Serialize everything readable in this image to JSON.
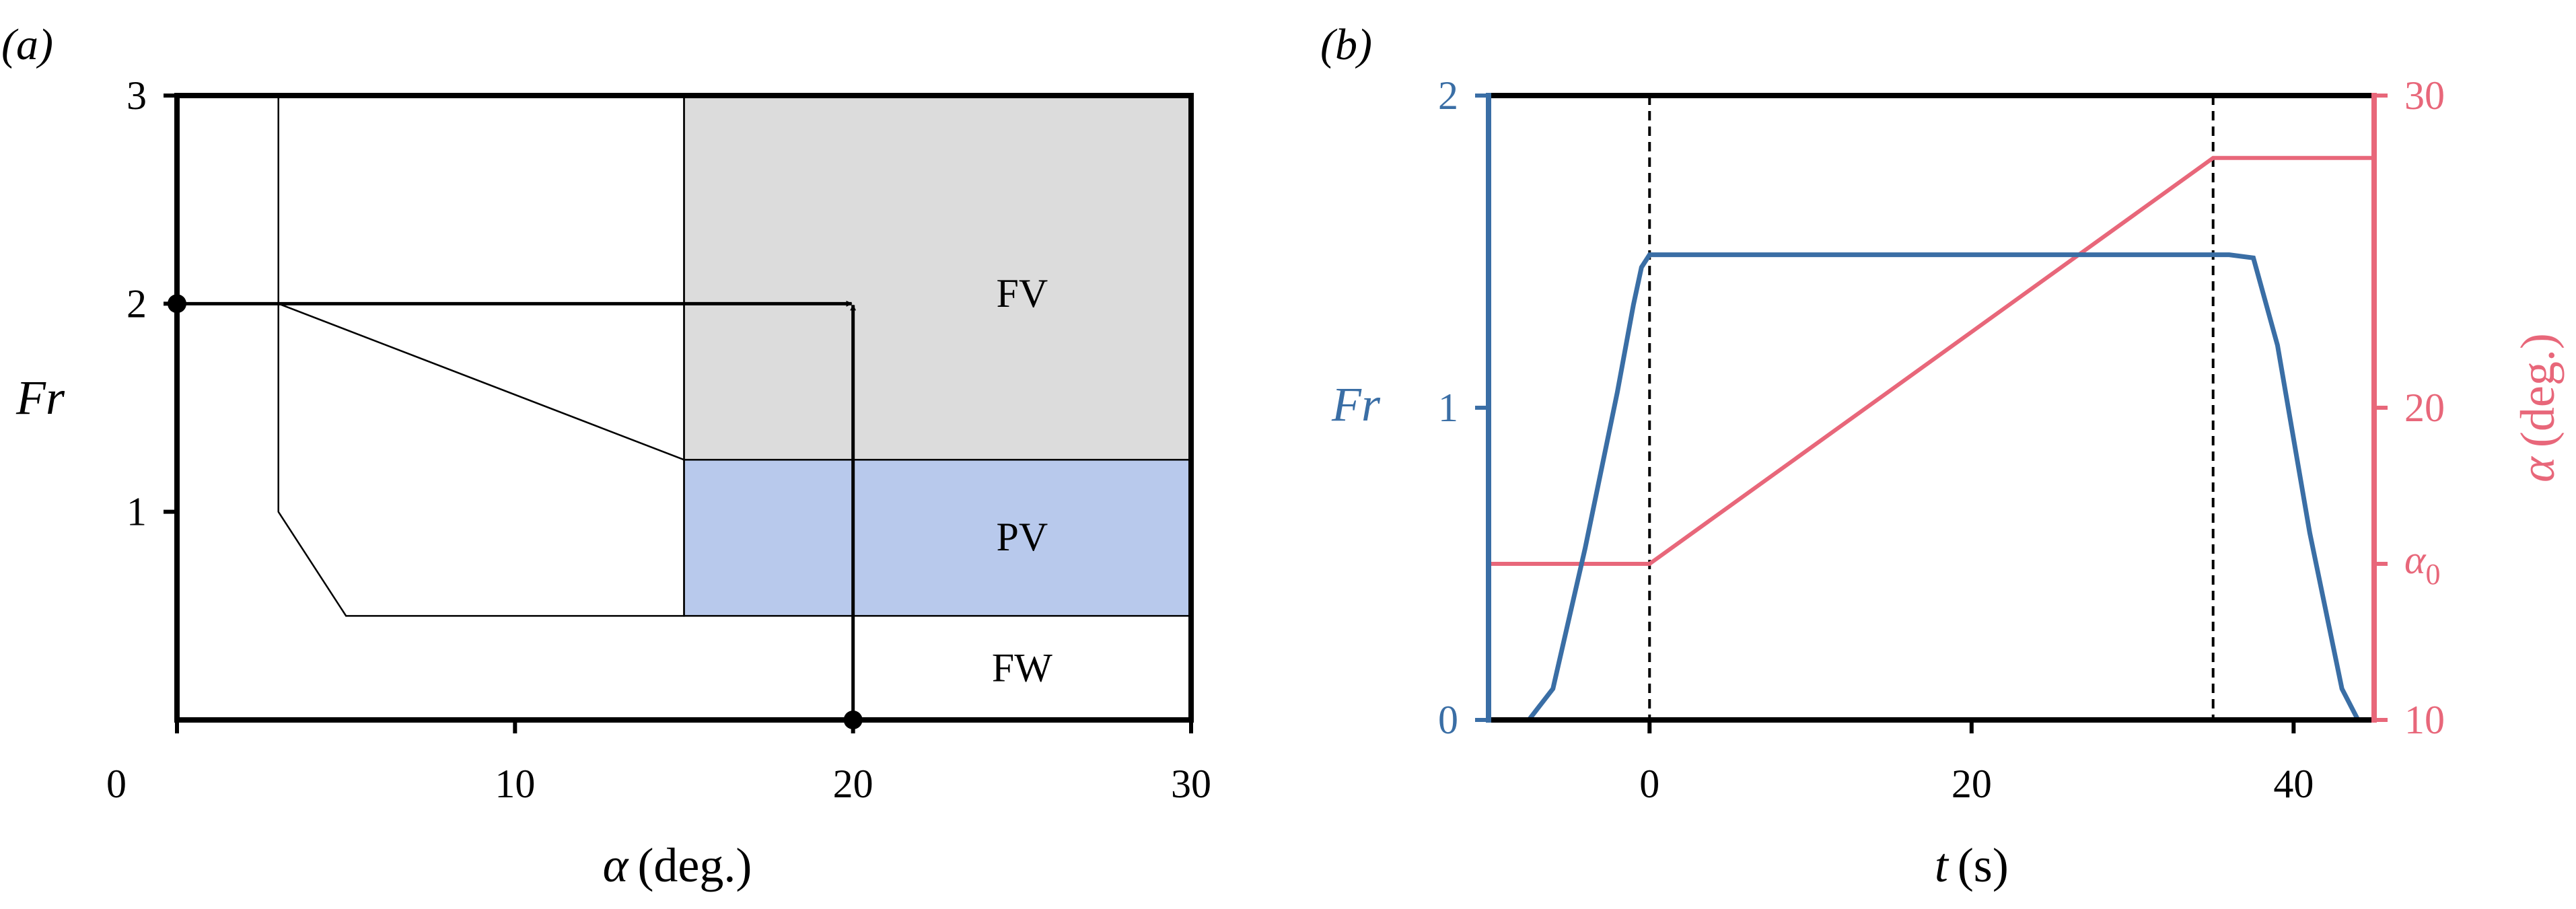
{
  "chart_data": [
    {
      "type": "diagram",
      "panel_label": "(a)",
      "xlabel_symbol": "α",
      "xlabel_unit": "(deg.)",
      "ylabel": "Fr",
      "xlim": [
        0,
        30
      ],
      "ylim": [
        0,
        3
      ],
      "xticks": [
        "0",
        "10",
        "20",
        "30"
      ],
      "yticks": [
        "1",
        "2",
        "3"
      ],
      "regions": [
        {
          "name": "FV",
          "color": "#dcdcdc",
          "alpha_range": [
            15,
            30
          ],
          "fr_range": [
            1.25,
            3
          ]
        },
        {
          "name": "PV",
          "color": "#b8c9ec",
          "alpha_range": [
            15,
            30
          ],
          "fr_range": [
            0.5,
            1.25
          ]
        },
        {
          "name": "FW",
          "color": "#ffffff"
        }
      ],
      "boundary_polyline": [
        [
          3,
          3
        ],
        [
          3,
          1
        ],
        [
          5,
          0.5
        ],
        [
          15,
          0.5
        ],
        [
          15,
          3
        ]
      ],
      "boundary_line": [
        [
          3,
          2
        ],
        [
          15,
          1.25
        ]
      ],
      "path": {
        "start": [
          0,
          2
        ],
        "corner": [
          20,
          2
        ],
        "end": [
          20,
          0
        ]
      }
    },
    {
      "type": "line",
      "panel_label": "(b)",
      "xlabel_symbol": "t",
      "xlabel_unit": "(s)",
      "ylabel_left": "Fr",
      "ylabel_right_symbol": "α",
      "ylabel_right_unit": "(deg.)",
      "xlim": [
        -10,
        45
      ],
      "ylim_left": [
        0,
        2
      ],
      "ylim_right": [
        10,
        30
      ],
      "xticks": [
        "0",
        "20",
        "40"
      ],
      "yticks_left": [
        "0",
        "1",
        "2"
      ],
      "yticks_right": [
        "10",
        "20",
        "30"
      ],
      "right_special_tick": {
        "label": "α",
        "subscript": "0",
        "value": 15
      },
      "vlines": [
        0,
        35
      ],
      "series": [
        {
          "name": "Fr",
          "color": "#3a6ea5",
          "axis": "left",
          "x": [
            -10,
            -7.5,
            -6,
            -4,
            -2,
            -1,
            -0.5,
            0,
            5,
            10,
            20,
            30,
            36,
            37.5,
            39,
            41,
            43,
            44,
            45
          ],
          "y": [
            0,
            0,
            0.1,
            0.55,
            1.05,
            1.33,
            1.45,
            1.49,
            1.49,
            1.49,
            1.49,
            1.49,
            1.49,
            1.48,
            1.2,
            0.6,
            0.1,
            0,
            0
          ]
        },
        {
          "name": "α",
          "color": "#e8677a",
          "axis": "right",
          "x": [
            -10,
            0,
            35,
            45
          ],
          "y": [
            15,
            15,
            28,
            28
          ]
        }
      ]
    }
  ],
  "colors": {
    "fr_axis": "#3a6ea5",
    "alpha_axis": "#e8677a",
    "fv_fill": "#dcdcdc",
    "pv_fill": "#b8c9ec"
  }
}
